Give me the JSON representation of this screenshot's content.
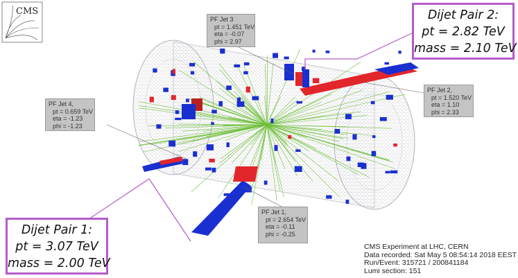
{
  "logo": {
    "text": "CMS",
    "icon": "cms-logo-icon"
  },
  "jets": [
    {
      "name": "PF Jet 3",
      "pt": "pt = 1.451 TeV",
      "eta": "eta = -0.07",
      "phi": "phi = 2.97"
    },
    {
      "name": "PF Jet 2,",
      "pt": "pt = 1.520 TeV",
      "eta": "eta = 1.10",
      "phi": "phi = 2.33"
    },
    {
      "name": "PF Jet 4,",
      "pt": "pt = 0.659 TeV",
      "eta": "eta = -1.23",
      "phi": "phi = -1.23"
    },
    {
      "name": "PF Jet 1,",
      "pt": "pt = 2.654 TeV",
      "eta": "eta = -0.11",
      "phi": "phi = -0.25"
    }
  ],
  "pairs": [
    {
      "title": "Dijet Pair 2:",
      "pt": "pt = 2.82 TeV",
      "mass": "mass = 2.10 TeV"
    },
    {
      "title": "Dijet Pair 1:",
      "pt": "pt = 3.07 TeV",
      "mass": "mass = 2.00 TeV"
    }
  ],
  "experiment": {
    "line1": "CMS Experiment at LHC, CERN",
    "line2": "Data recorded: Sat May  5 08:54:14 2018 EEST",
    "line3": "Run/Event: 315721 / 200841184",
    "line4": "Lumi section: 151"
  },
  "colors": {
    "ecal": "#e3262b",
    "hcal": "#1a2fd0",
    "tracks": "#6fbf3a",
    "annotation": "#b45cc8",
    "jet_label_bg": "#c4c4c4"
  }
}
